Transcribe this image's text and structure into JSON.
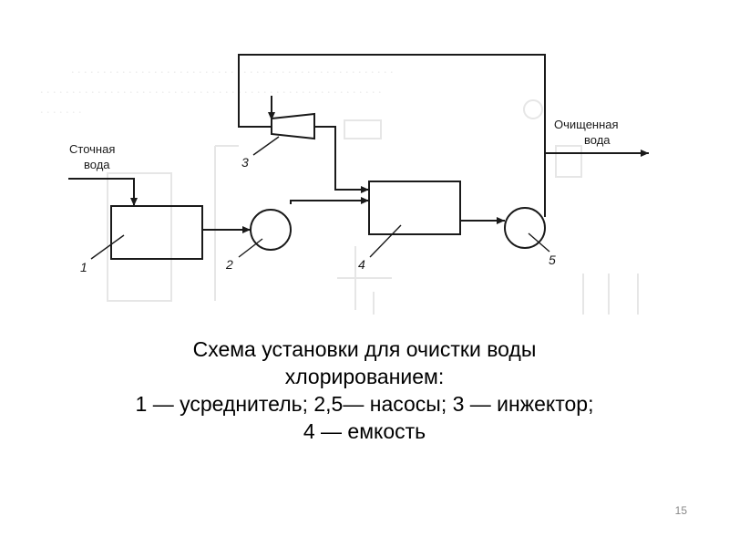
{
  "diagram": {
    "input_label": [
      "Сточная",
      "вода"
    ],
    "output_label": [
      "Очищенная",
      "вода"
    ],
    "components": [
      {
        "number": "1",
        "name": "усреднитель"
      },
      {
        "number": "2",
        "name": "насос"
      },
      {
        "number": "3",
        "name": "инжектор"
      },
      {
        "number": "4",
        "name": "емкость"
      },
      {
        "number": "5",
        "name": "насос"
      }
    ]
  },
  "caption": {
    "line1": "Схема установки для очистки воды",
    "line2": "хлорированием:",
    "line3": "1 — усреднитель; 2,5— насосы; 3 — инжектор;",
    "line4": "4 — емкость"
  },
  "slide_number": "15",
  "colors": {
    "line": "#1a1a1a",
    "background": "#ffffff",
    "ghost": "#e6e6e6"
  }
}
